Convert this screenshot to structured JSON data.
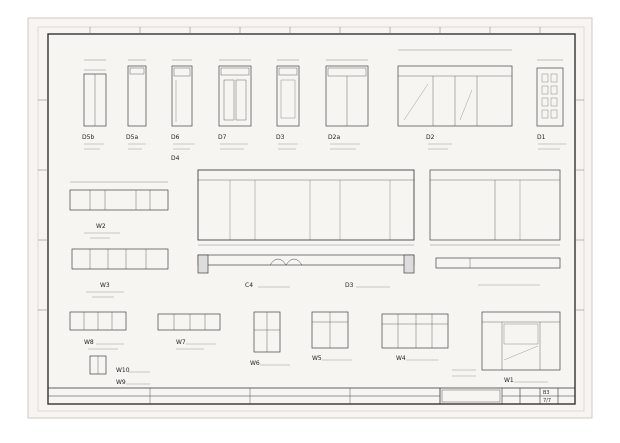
{
  "drawing": {
    "labels": {
      "d5b": "D5b",
      "d5a": "D5a",
      "d6": "D6",
      "d7": "D7",
      "d3": "D3",
      "d2a": "D2a",
      "d2": "D2",
      "d1": "D1",
      "w2": "W2",
      "w3": "W3",
      "w8": "W8",
      "w7": "W7",
      "w6": "W6",
      "w5": "W5",
      "w4": "W4",
      "w1": "W1",
      "w10": "W10",
      "w9": "W9",
      "c4": "C4",
      "d4": "D4",
      "d3b": "D3",
      "note1": "W1",
      "note2": "W2"
    },
    "title_block": {
      "sheet_no": "7/7",
      "code": "B3"
    }
  }
}
